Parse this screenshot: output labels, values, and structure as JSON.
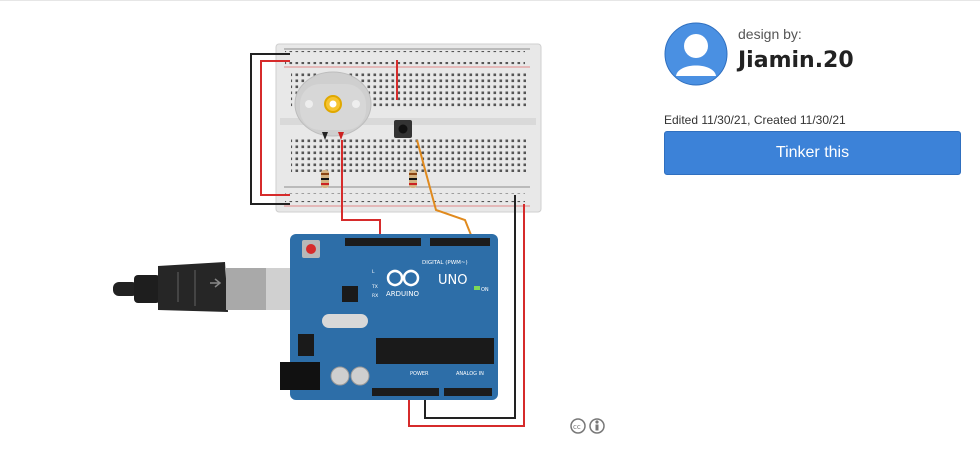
{
  "designer": {
    "design_by_label": "design by:",
    "author_name": "Jiamin.20"
  },
  "meta": {
    "dates": "Edited 11/30/21, Created 11/30/21"
  },
  "actions": {
    "tinker_label": "Tinker this"
  },
  "board": {
    "brand": "ARDUINO",
    "model": "UNO",
    "digital_label": "DIGITAL (PWM~)",
    "power_label": "POWER",
    "analog_label": "ANALOG IN",
    "on_label": "ON",
    "tx_label": "TX",
    "rx_label": "RX",
    "l_label": "L"
  },
  "colors": {
    "accent": "#3c82d8",
    "board": "#2d6ea8",
    "wire_red": "#d62b2b",
    "wire_black": "#222222",
    "wire_orange": "#e08a1e"
  },
  "icons": {
    "avatar": "user-avatar-icon",
    "license": "creative-commons-icon"
  }
}
